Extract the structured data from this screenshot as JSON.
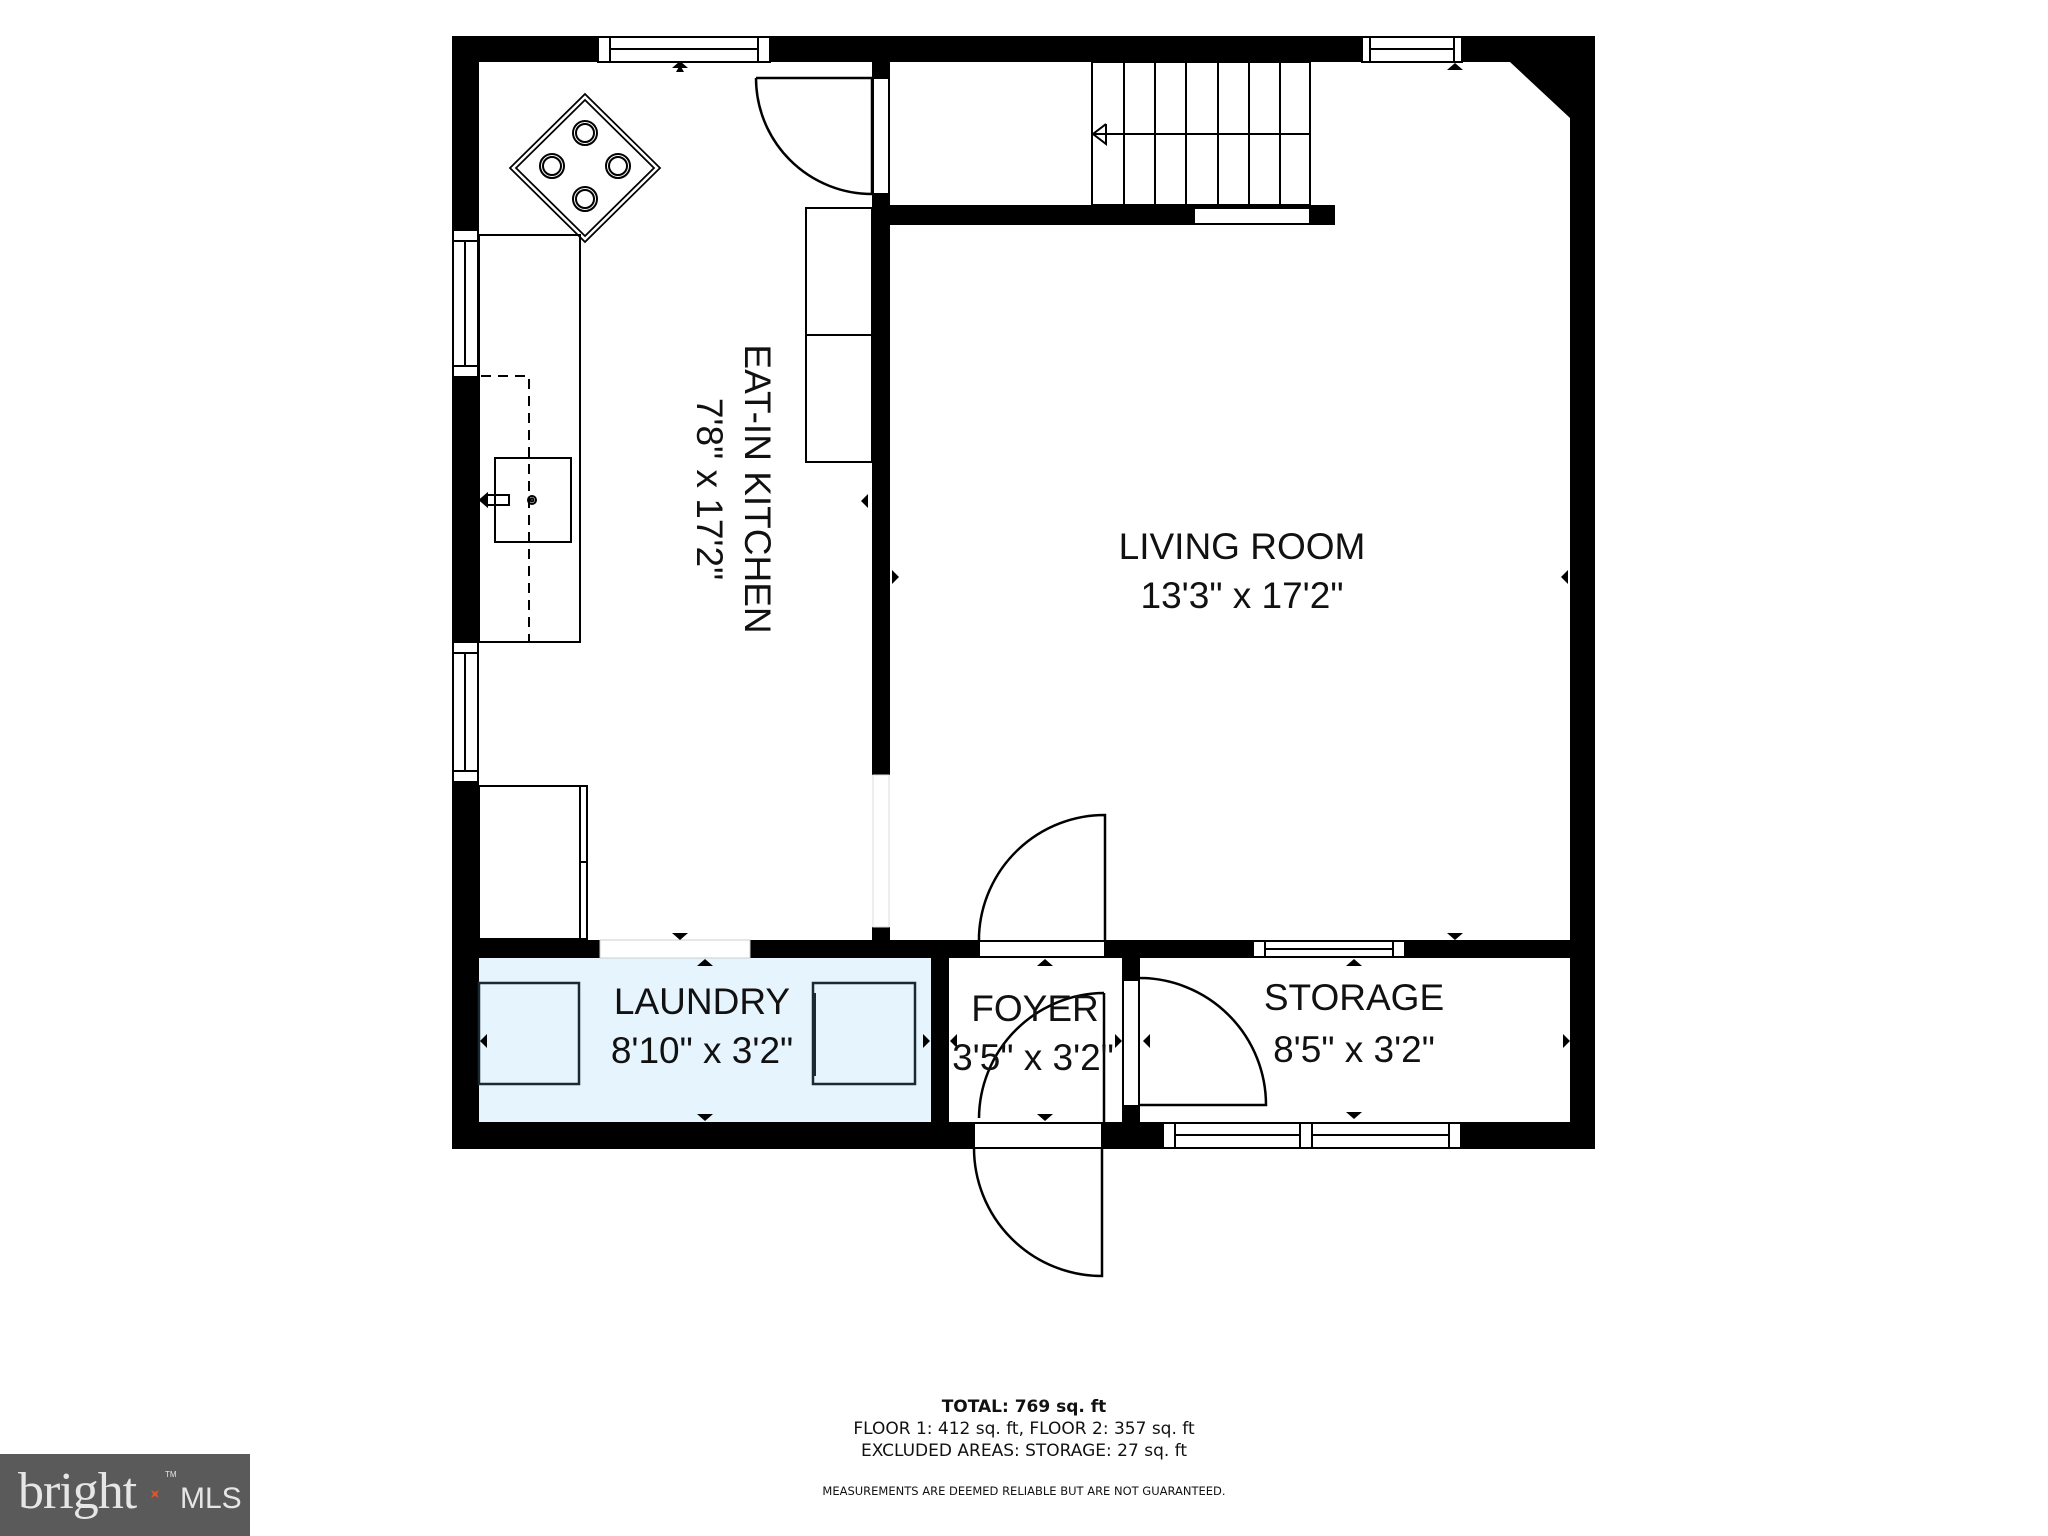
{
  "rooms": {
    "kitchen": {
      "name": "EAT-IN KITCHEN",
      "dims": "7'8\" x 17'2\""
    },
    "living": {
      "name": "LIVING ROOM",
      "dims": "13'3\" x 17'2\""
    },
    "laundry": {
      "name": "LAUNDRY",
      "dims": "8'10\" x 3'2\""
    },
    "foyer": {
      "name": "FOYER",
      "dims": "3'5\" x 3'2\""
    },
    "storage": {
      "name": "STORAGE",
      "dims": "8'5\" x 3'2\""
    }
  },
  "summary": {
    "total": "TOTAL: 769 sq. ft",
    "floors": "FLOOR 1: 412 sq. ft, FLOOR 2: 357 sq. ft",
    "excluded": "EXCLUDED AREAS: STORAGE: 27 sq. ft",
    "disclaimer": "MEASUREMENTS ARE DEEMED RELIABLE BUT ARE NOT GUARANTEED."
  },
  "logo": {
    "brand": "bright",
    "suffix": "MLS",
    "trademark": "TM"
  },
  "colors": {
    "wall": "#000000",
    "laundry_fill": "#e6f4fd",
    "logo_bg": "#5a5a5a",
    "logo_accent": "#e0542c"
  }
}
